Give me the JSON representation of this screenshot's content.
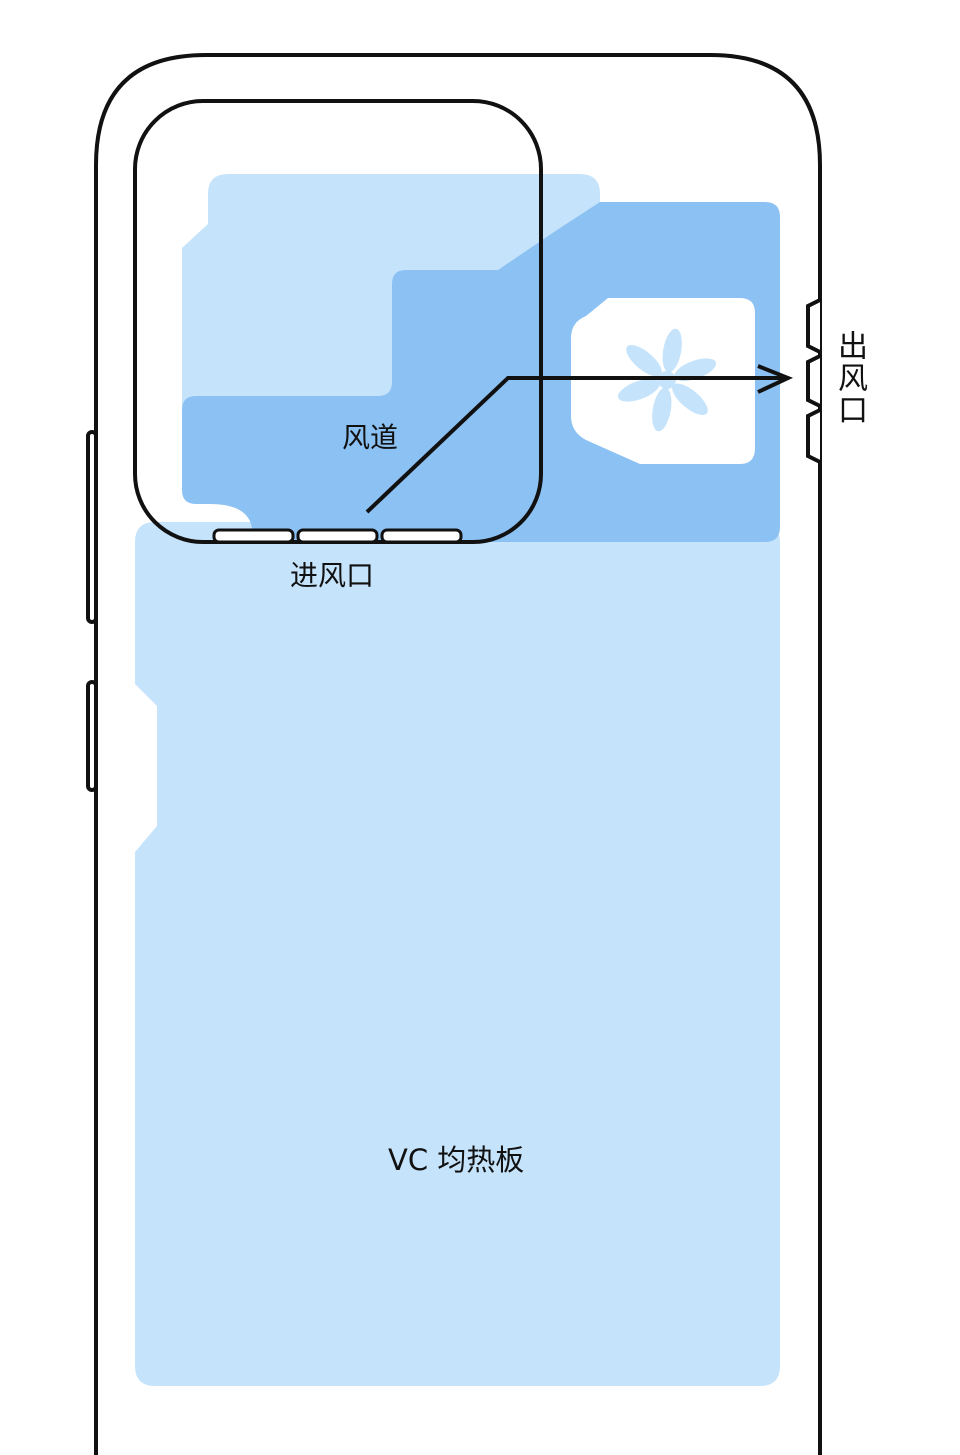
{
  "labels": {
    "air_duct": "风道",
    "air_inlet": "进风口",
    "air_outlet": "出风口",
    "vapor_chamber": "VC 均热板"
  },
  "colors": {
    "vapor_chamber_fill": "#c5e3fb",
    "duct_fill": "#8cc1f3",
    "fan_housing_fill": "#ffffff",
    "fan_blade_fill": "#c5e3fb",
    "outline": "#111111",
    "background": "#ffffff"
  },
  "icons": {
    "fan": "fan-icon",
    "arrow": "airflow-arrow"
  }
}
